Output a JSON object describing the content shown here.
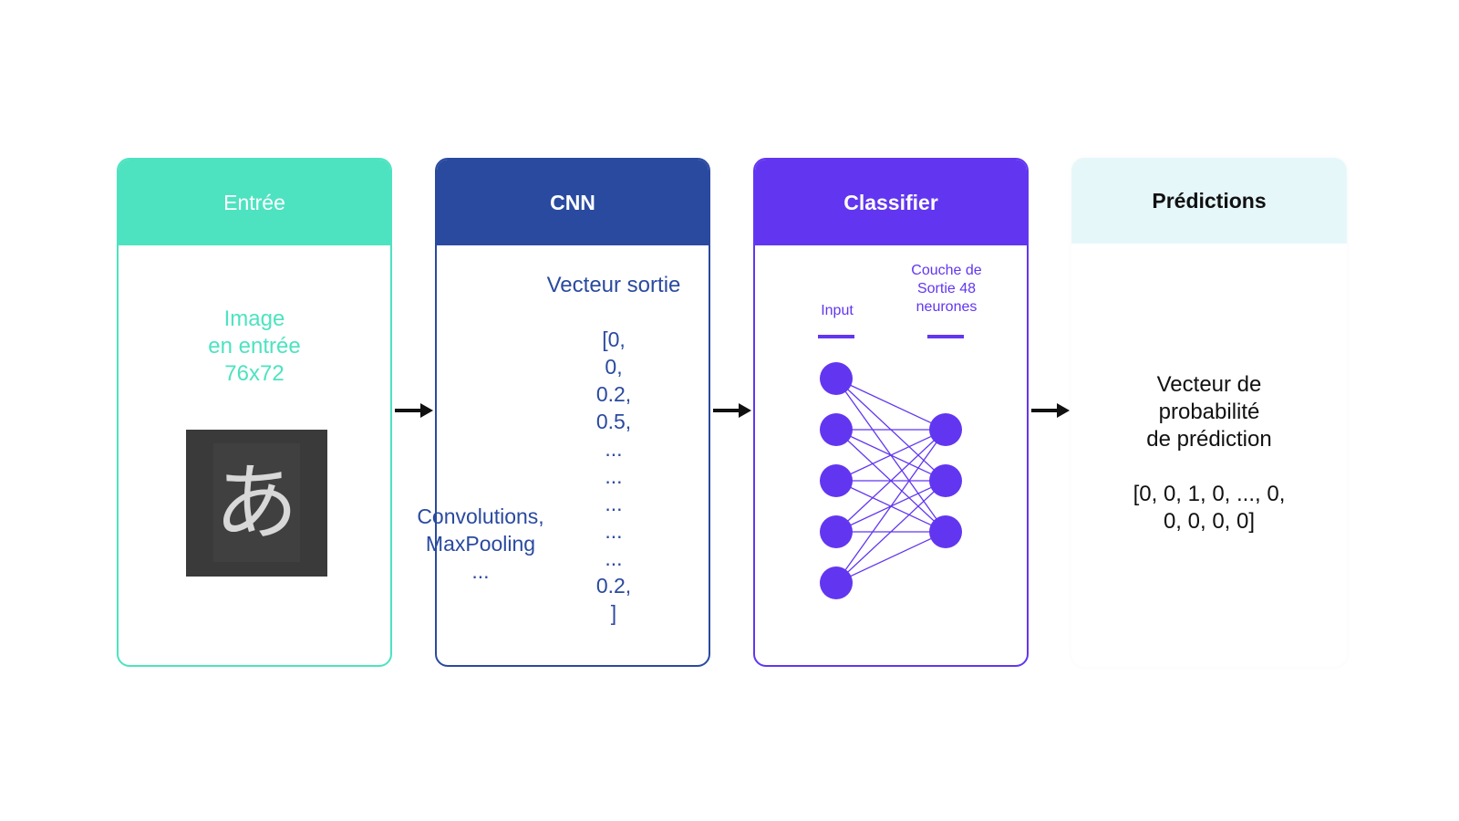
{
  "colors": {
    "entree": "#4de3c0",
    "cnn": "#2a4aa0",
    "classifier": "#6236f0",
    "predictions_header": "#e6f7fa",
    "arrow": "#111111"
  },
  "entree": {
    "title": "Entrée",
    "label_lines": [
      "Image",
      "en entrée",
      "76x72"
    ],
    "image_glyph": "あ"
  },
  "cnn": {
    "title": "CNN",
    "vector_title": "Vecteur sortie",
    "vector_lines": [
      "[0,",
      "0,",
      "0.2,",
      "0.5,",
      "...",
      "...",
      "...",
      "...",
      "...",
      "0.2,",
      "]"
    ],
    "ops_lines": [
      "Convolutions,",
      "MaxPooling",
      "..."
    ]
  },
  "classifier": {
    "title": "Classifier",
    "input_label": "Input",
    "output_label_lines": [
      "Couche de",
      "Sortie 48",
      "neurones"
    ],
    "network": {
      "input_neurons": 5,
      "output_neurons": 3
    }
  },
  "predictions": {
    "title": "Prédictions",
    "text_lines": [
      "Vecteur de",
      "probabilité",
      "de prédiction"
    ],
    "vector_lines": [
      "[0, 0, 1, 0, ..., 0,",
      "0, 0, 0, 0]"
    ]
  },
  "arrows": {
    "icon": "right-arrow-icon"
  }
}
